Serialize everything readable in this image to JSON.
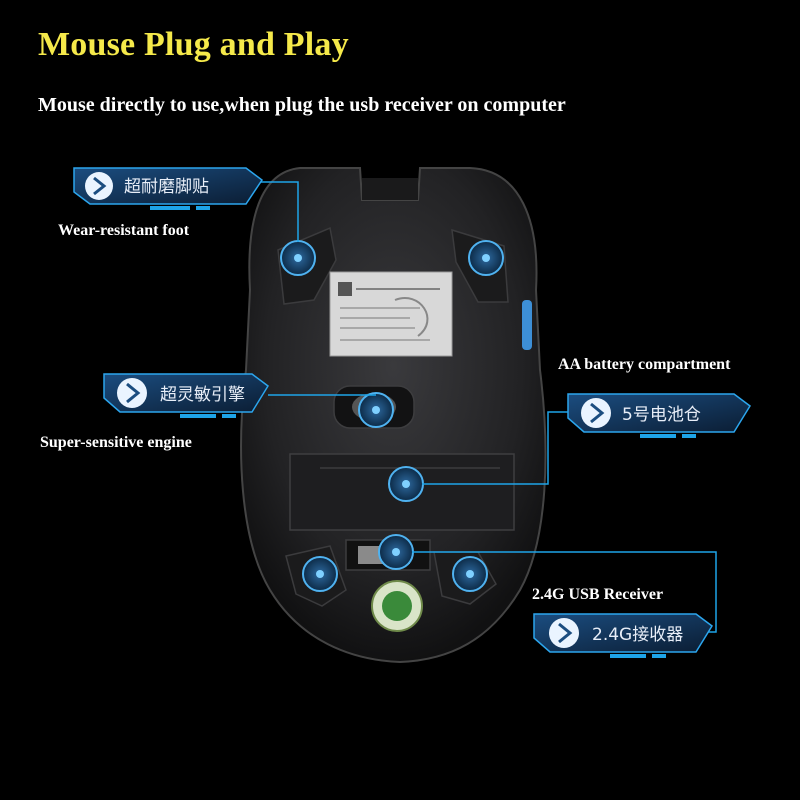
{
  "header": {
    "title": "Mouse Plug and Play",
    "subtitle": "Mouse directly to use,when  plug the usb receiver on computer"
  },
  "callouts": {
    "foot": {
      "label_cn": "超耐磨脚贴",
      "label_en": "Wear-resistant foot"
    },
    "engine": {
      "label_cn": "超灵敏引擎",
      "label_en": "Super-sensitive engine"
    },
    "battery": {
      "label_cn": "5号电池仓",
      "label_en": "AA battery compartment"
    },
    "receiver": {
      "label_cn": "2.4G接收器",
      "label_en": "2.4G USB Receiver"
    }
  },
  "colors": {
    "background": "#000000",
    "title": "#f5e94a",
    "accent": "#1ea4e8",
    "mouse_body": "#2a2a2c"
  },
  "icons": {
    "callout_arrow": "chevron-right-icon"
  }
}
